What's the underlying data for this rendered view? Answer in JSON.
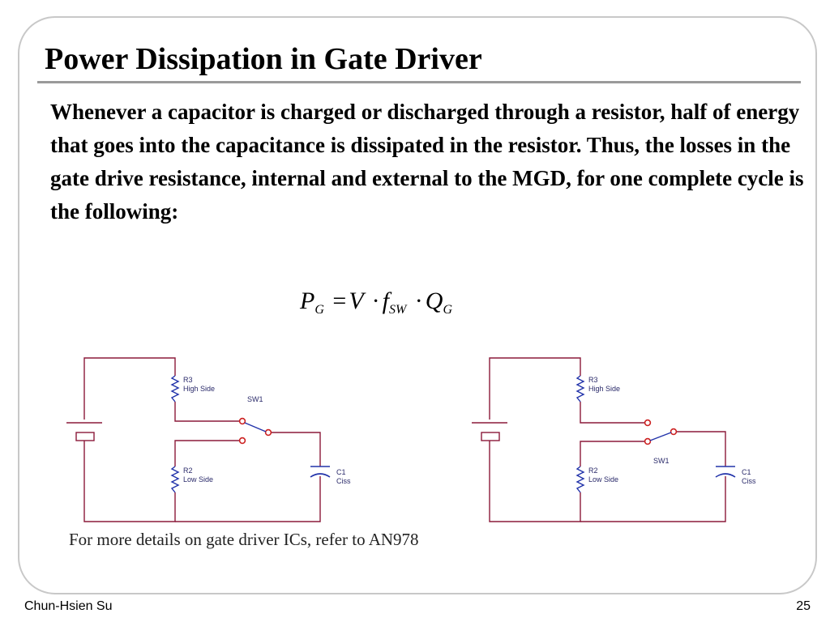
{
  "slide": {
    "title": "Power Dissipation in Gate Driver",
    "body": "Whenever a capacitor is charged or discharged through a resistor, half of energy that goes into the capacitance is dissipated in the resistor. Thus, the losses in the gate drive resistance, internal and external to the MGD, for one complete cycle is the following:",
    "formula": {
      "lhs": "P",
      "lhs_sub": "G",
      "eq": "=",
      "v": "V",
      "dot": "·",
      "f": "f",
      "f_sub": "SW",
      "q": "Q",
      "q_sub": "G"
    },
    "footnote": "For more details on gate driver ICs, refer  to AN978",
    "footer_author": "Chun-Hsien Su",
    "page_number": "25"
  },
  "circuit_left": {
    "r3_name": "R3",
    "r3_desc": "High Side",
    "r2_name": "R2",
    "r2_desc": "Low Side",
    "sw_name": "SW1",
    "c_name": "C1",
    "c_desc": "Ciss"
  },
  "circuit_right": {
    "r3_name": "R3",
    "r3_desc": "High Side",
    "r2_name": "R2",
    "r2_desc": "Low Side",
    "sw_name": "SW1",
    "c_name": "C1",
    "c_desc": "Ciss"
  },
  "colors": {
    "wire": "#8b1a3a",
    "component": "#2233aa",
    "frame": "#c8c8c8",
    "rule": "#9a9a9a"
  }
}
